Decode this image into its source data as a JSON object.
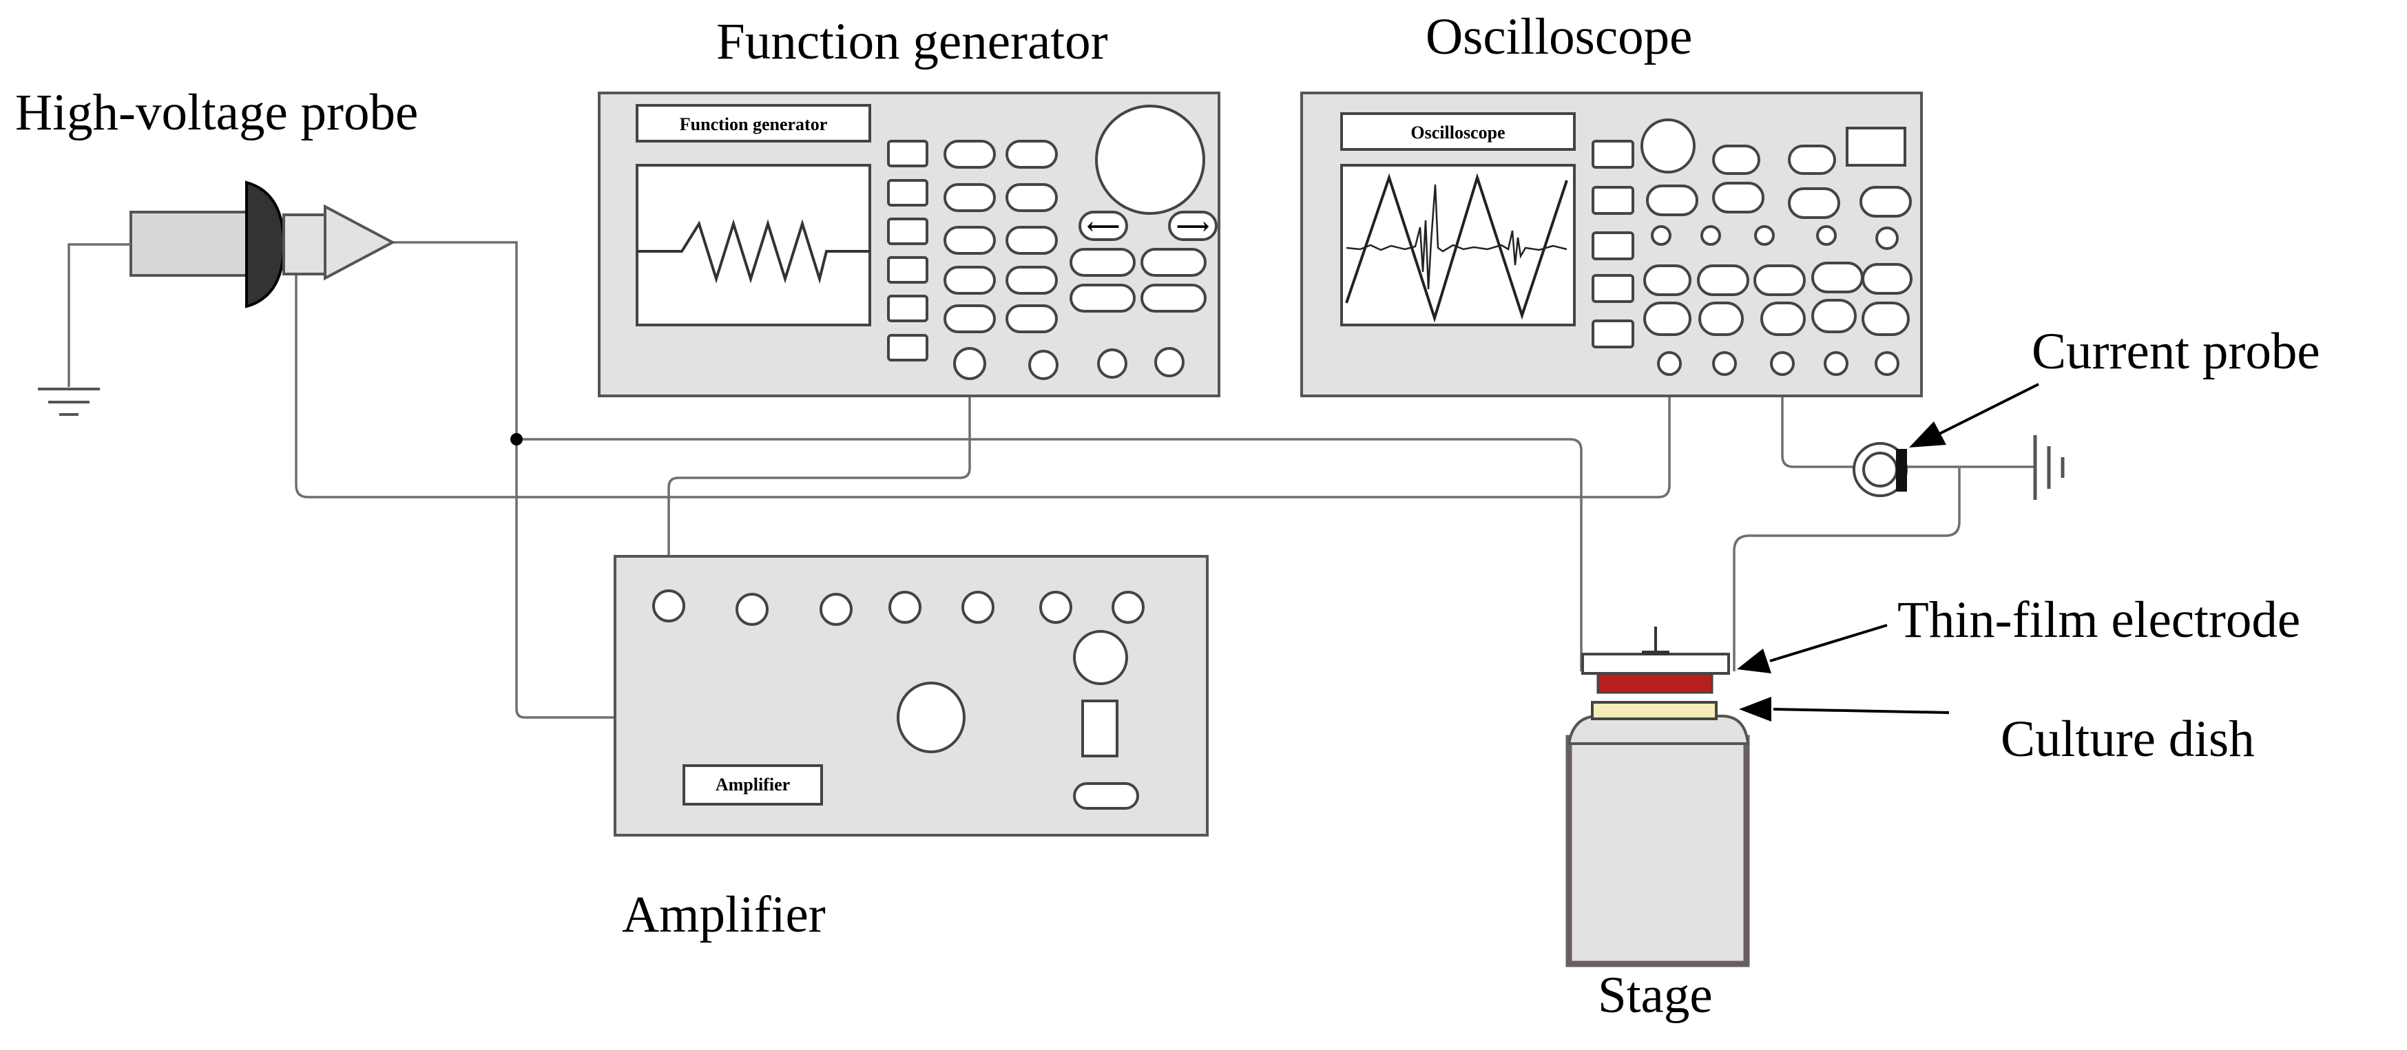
{
  "labels": {
    "function_generator": "Function generator",
    "oscilloscope": "Oscilloscope",
    "high_voltage_probe": "High-voltage probe",
    "current_probe": "Current probe",
    "thin_film_electrode": "Thin-film electrode",
    "culture_dish": "Culture dish",
    "amplifier": "Amplifier",
    "stage": "Stage"
  },
  "panels": {
    "function_generator": "Function generator",
    "oscilloscope": "Oscilloscope",
    "amplifier": "Amplifier"
  },
  "colors": {
    "device_fill": "#e2e2e2",
    "electrode_red": "#b81e1e",
    "culture_dish_cream": "#f5ecb8",
    "wire_gray": "#6e6e6e"
  }
}
